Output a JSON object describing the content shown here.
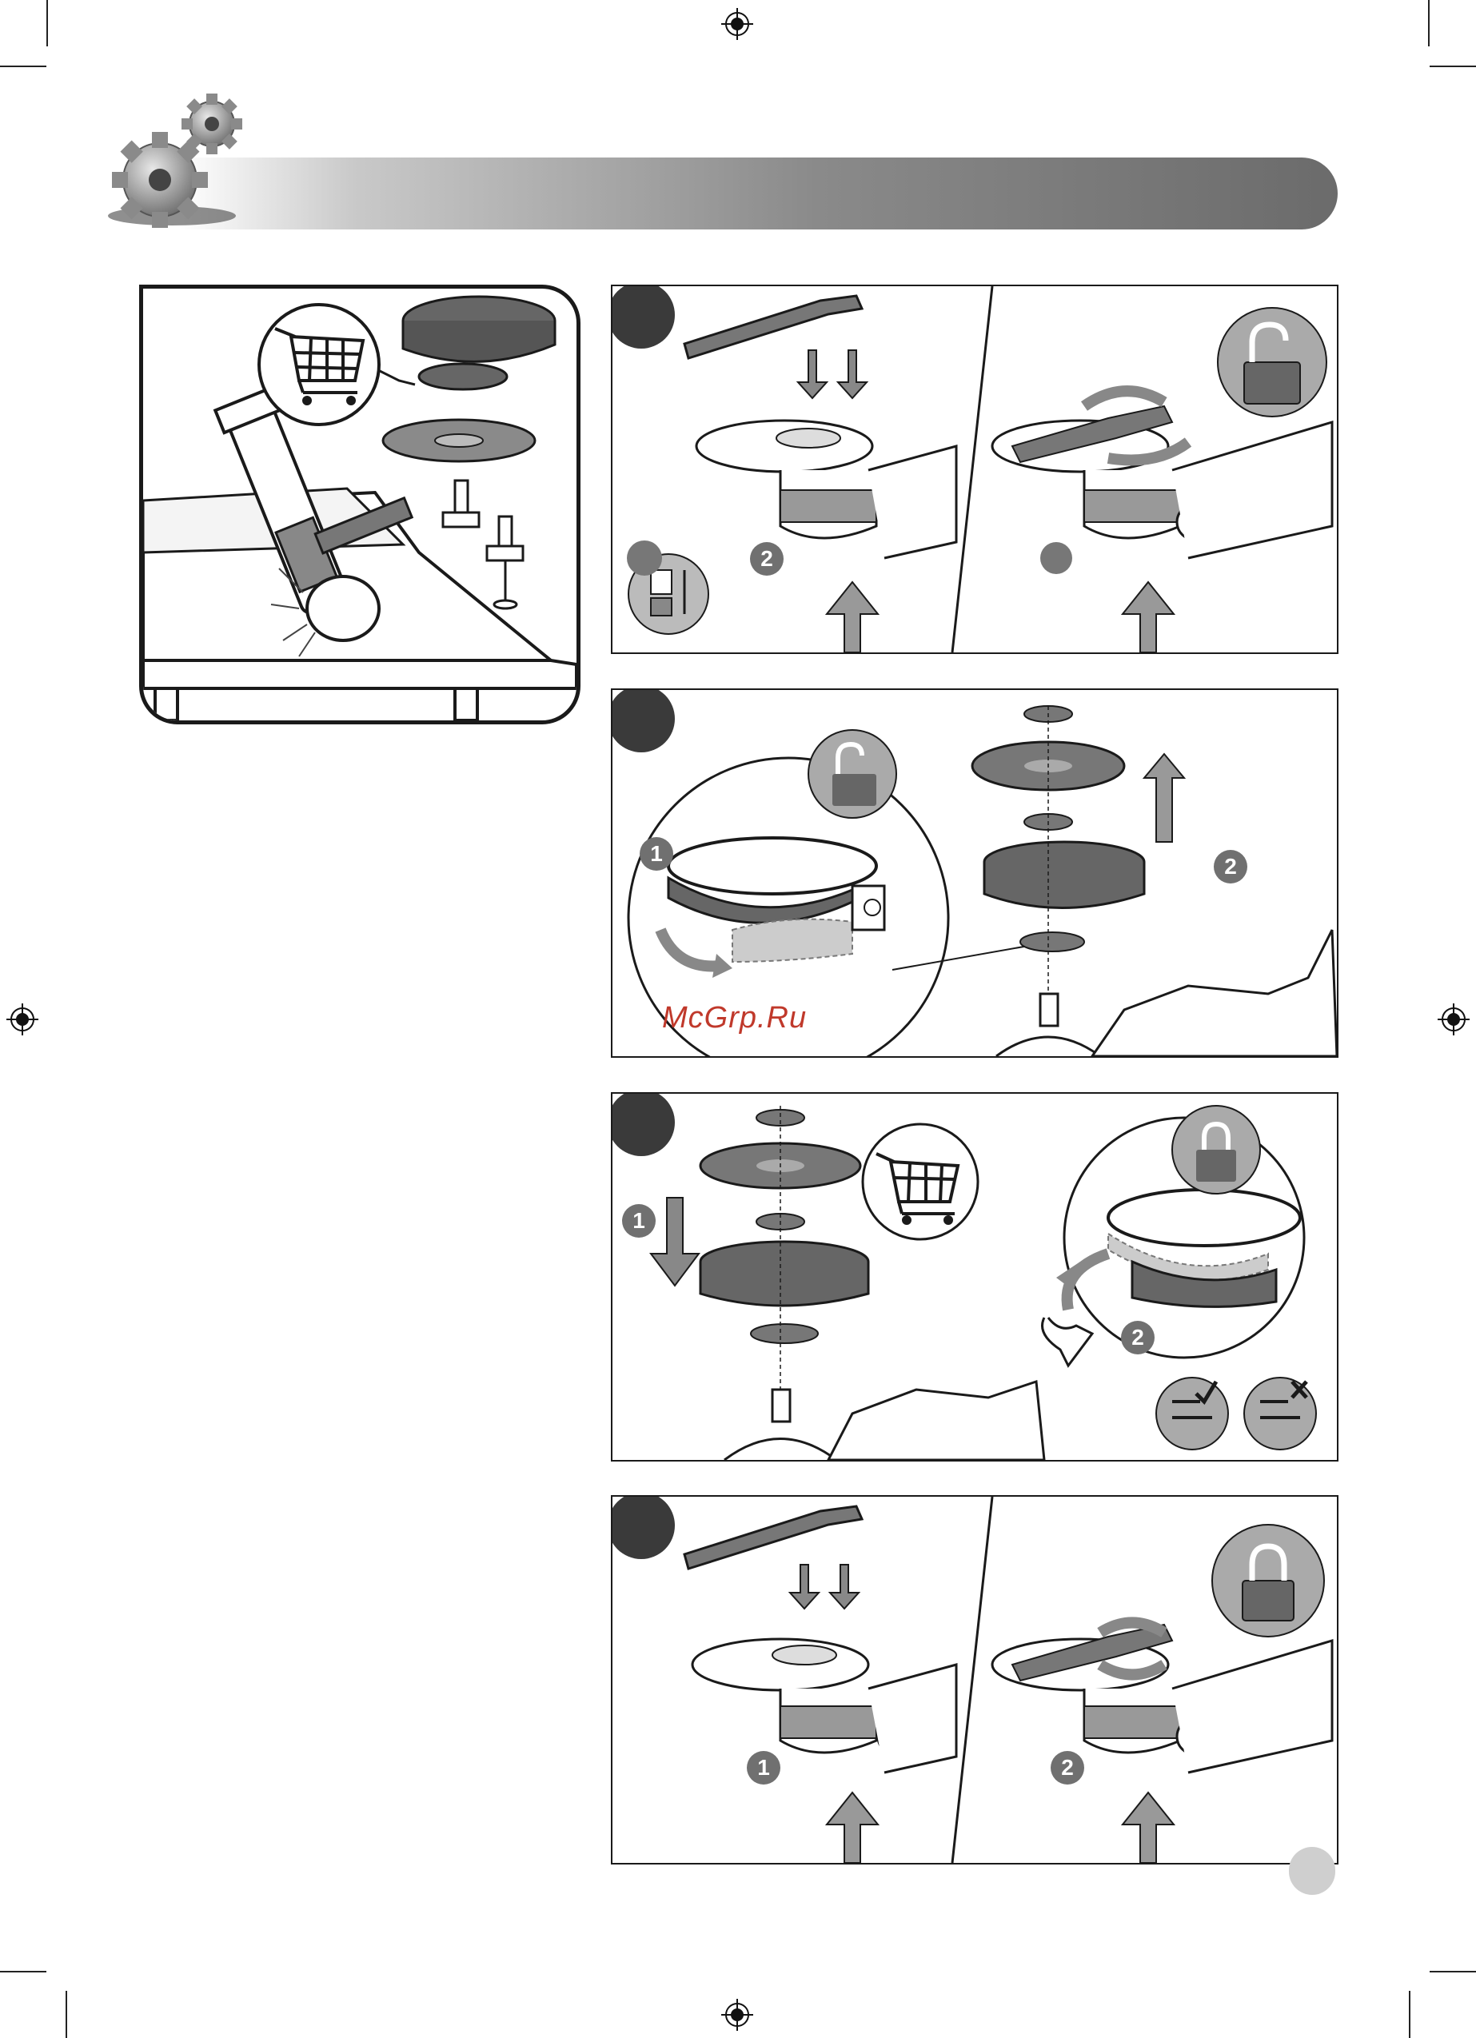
{
  "watermark": {
    "text": "McGrp.Ru"
  },
  "panels": [
    {
      "id": "A",
      "numbers": [
        "2"
      ]
    },
    {
      "id": "B",
      "numbers": [
        "1",
        "2"
      ]
    },
    {
      "id": "C",
      "numbers": [
        "1",
        "2"
      ]
    },
    {
      "id": "D",
      "numbers": [
        "1",
        "2"
      ]
    }
  ],
  "icons": {
    "lock_open": "padlock-open-icon",
    "lock_closed": "padlock-closed-icon",
    "cart": "shopping-cart-icon",
    "gears": "gears-icon",
    "check": "check-icon",
    "cross": "cross-icon"
  },
  "colors": {
    "dark_gray": "#3a3a3a",
    "mid_gray": "#707070",
    "bar_dark": "#6b6b6b",
    "watermark": "#c0392b"
  }
}
